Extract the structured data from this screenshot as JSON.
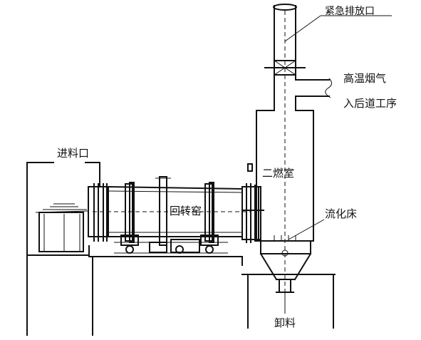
{
  "labels": {
    "emergency_exhaust": "紧急排放口",
    "hot_gas_line1": "高温烟气",
    "hot_gas_line2": "入后道工序",
    "feed_inlet": "进料口",
    "rotary_kiln": "回转窑",
    "secondary_chamber": "二燃室",
    "fluidized_bed": "流化床",
    "discharge": "卸料"
  },
  "colors": {
    "line": "#111111",
    "background": "#ffffff"
  }
}
